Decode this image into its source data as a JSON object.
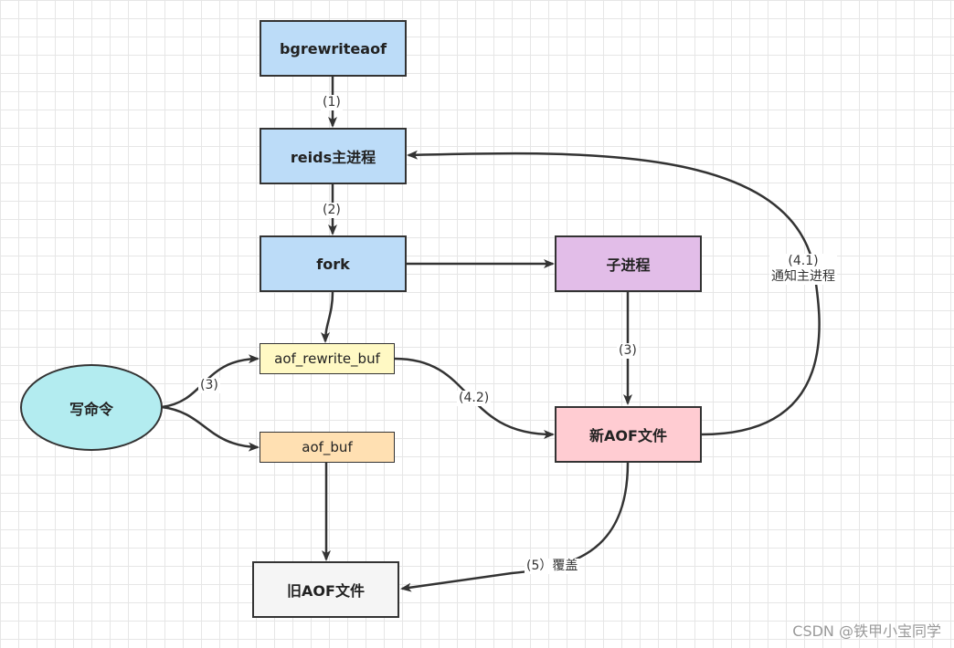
{
  "nodes": {
    "bgrewriteaof": {
      "label": "bgrewriteaof",
      "fill": "#bcdcf8"
    },
    "main_process": {
      "label": "reids主进程",
      "fill": "#bcdcf8"
    },
    "fork": {
      "label": "fork",
      "fill": "#bcdcf8"
    },
    "child_process": {
      "label": "子进程",
      "fill": "#e2bde8"
    },
    "aof_rewrite_buf": {
      "label": "aof_rewrite_buf",
      "fill": "#fff9c4"
    },
    "write_cmd": {
      "label": "写命令",
      "fill": "#b3ecf0"
    },
    "aof_buf": {
      "label": "aof_buf",
      "fill": "#ffe0b2"
    },
    "new_aof": {
      "label": "新AOF文件",
      "fill": "#ffccd2"
    },
    "old_aof": {
      "label": "旧AOF文件",
      "fill": "#f5f5f5"
    }
  },
  "edges": {
    "e1": {
      "label": "(1)"
    },
    "e2": {
      "label": "(2)"
    },
    "e3_child": {
      "label": "(3)"
    },
    "e3_write": {
      "label": "(3)"
    },
    "e41": {
      "label": "(4.1)\n通知主进程"
    },
    "e42": {
      "label": "(4.2)"
    },
    "e5": {
      "label": "(5）覆盖"
    }
  },
  "watermark": "CSDN @铁甲小宝同学",
  "colors": {
    "stroke": "#333333",
    "grid": "#e6e6e6"
  }
}
